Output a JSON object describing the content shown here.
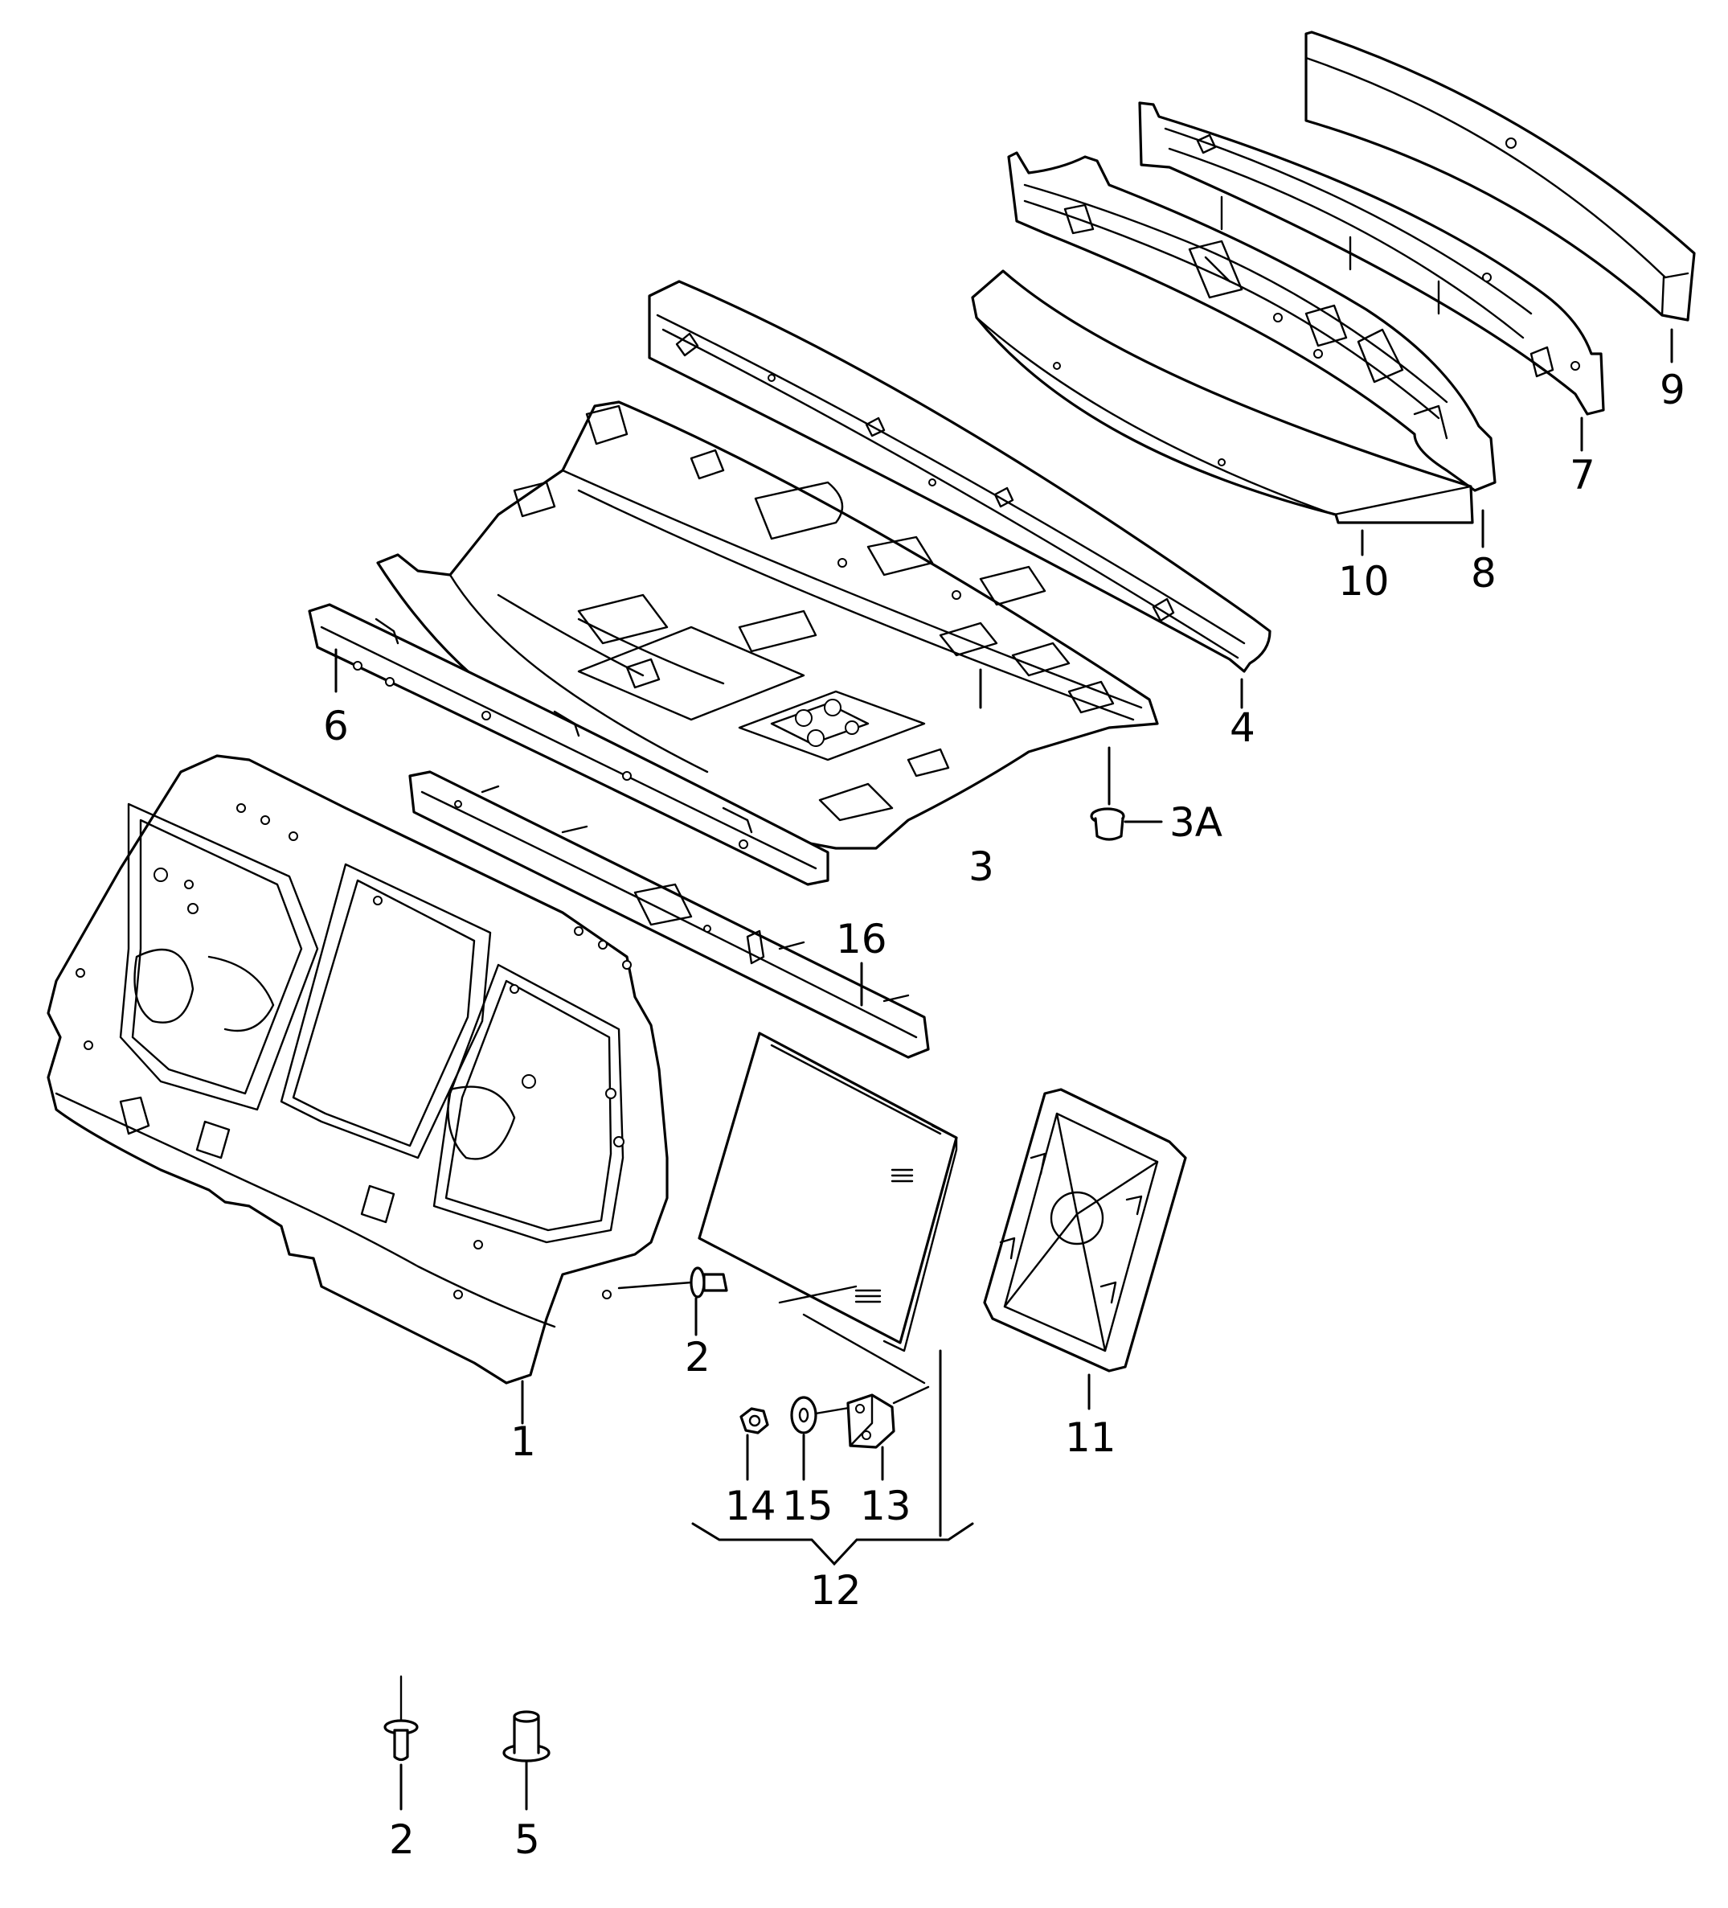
{
  "callouts": {
    "c1": "1",
    "c2": "2",
    "c2b": "2",
    "c3": "3",
    "c3a": "3A",
    "c4": "4",
    "c5": "5",
    "c6": "6",
    "c7": "7",
    "c8": "8",
    "c9": "9",
    "c10": "10",
    "c11": "11",
    "c12": "12",
    "c13": "13",
    "c14": "14",
    "c15": "15",
    "c16": "16"
  },
  "colors": {
    "line": "#000000",
    "background": "#ffffff"
  }
}
